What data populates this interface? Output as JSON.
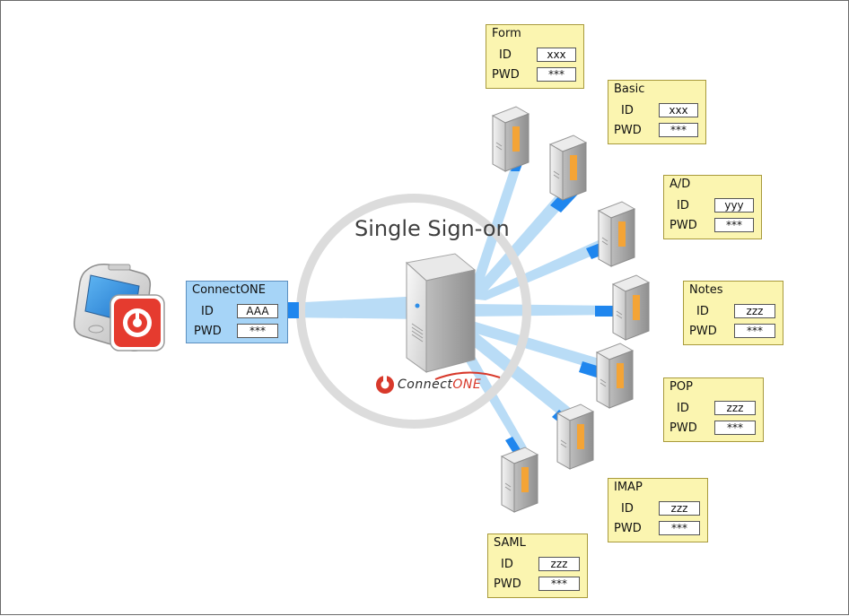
{
  "hub": {
    "label": "Single Sign-on",
    "brand_main": "Connect",
    "brand_accent": "ONE"
  },
  "client": {
    "title": "ConnectONE",
    "id_label": "ID",
    "id_value": "AAA",
    "pwd_label": "PWD",
    "pwd_value": "***"
  },
  "services": [
    {
      "title": "Form",
      "id_label": "ID",
      "id_value": "xxx",
      "pwd_label": "PWD",
      "pwd_value": "***"
    },
    {
      "title": "Basic",
      "id_label": "ID",
      "id_value": "xxx",
      "pwd_label": "PWD",
      "pwd_value": "***"
    },
    {
      "title": "A/D",
      "id_label": "ID",
      "id_value": "yyy",
      "pwd_label": "PWD",
      "pwd_value": "***"
    },
    {
      "title": "Notes",
      "id_label": "ID",
      "id_value": "zzz",
      "pwd_label": "PWD",
      "pwd_value": "***"
    },
    {
      "title": "POP",
      "id_label": "ID",
      "id_value": "zzz",
      "pwd_label": "PWD",
      "pwd_value": "***"
    },
    {
      "title": "IMAP",
      "id_label": "ID",
      "id_value": "zzz",
      "pwd_label": "PWD",
      "pwd_value": "***"
    },
    {
      "title": "SAML",
      "id_label": "ID",
      "id_value": "zzz",
      "pwd_label": "PWD",
      "pwd_value": "***"
    }
  ],
  "colors": {
    "link_light": "#b9dcf6",
    "link_dark": "#1f86ee",
    "cred_box": "#fbf5b0",
    "client_box": "#a6d4f7",
    "ring": "#d9d9d9",
    "brand_red": "#d8392b"
  }
}
